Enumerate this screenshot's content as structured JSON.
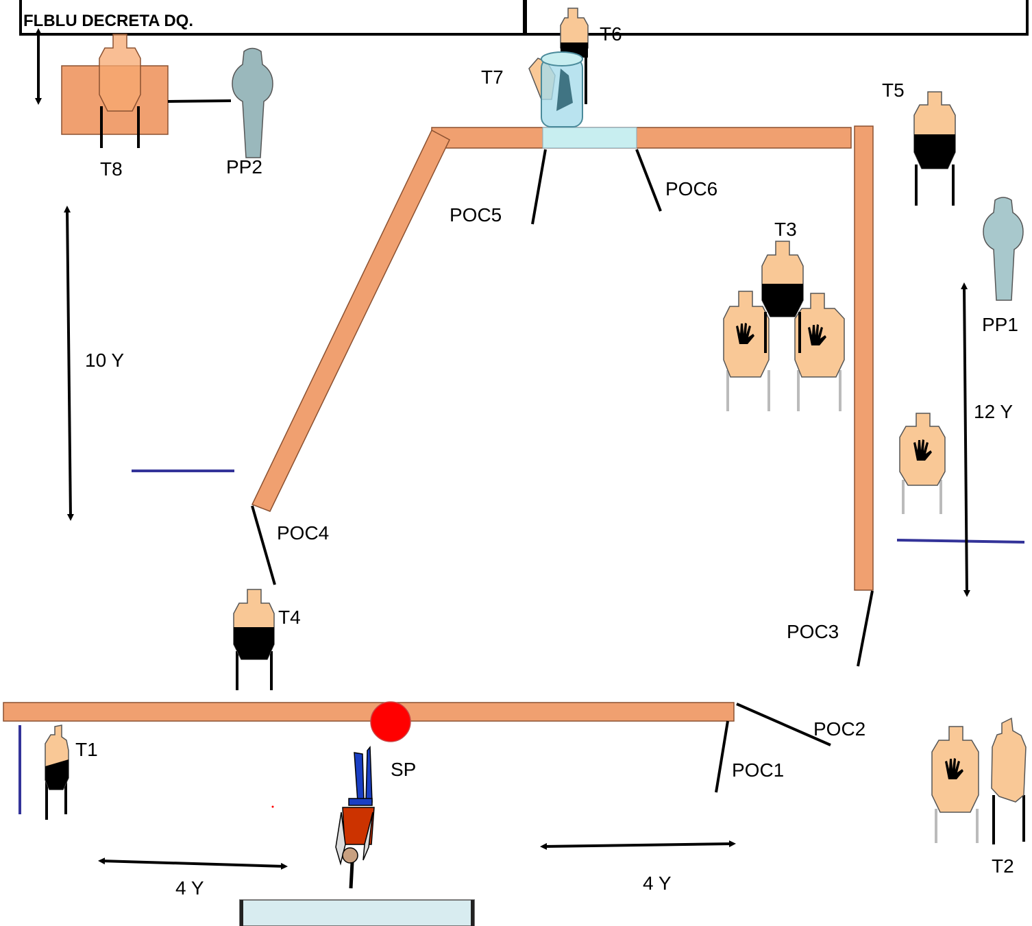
{
  "header": {
    "left_text": "FLBLU DECRETA DQ."
  },
  "colors": {
    "wall": "#f0a070",
    "wall_stroke": "#8a5030",
    "window": "#c8eef0",
    "target_skin": "#f9c896",
    "target_stroke": "#555555",
    "black_zone": "#000000",
    "leg_gray": "#bbbbbb",
    "no_shoot_body": "#f6c89a",
    "popper": "#7f9ea0",
    "popper_light": "#c8e4e8",
    "fault_line": "#333399",
    "start_point": "#ff0000",
    "box": "#d8ecf0",
    "shooter_pants": "#1a3fc4",
    "shooter_shirt": "#cc3300"
  },
  "targets": {
    "t1": "T1",
    "t2": "T2",
    "t3": "T3",
    "t4": "T4",
    "t5": "T5",
    "t6": "T6",
    "t7": "T7",
    "t8": "T8"
  },
  "poppers": {
    "pp1": "PP1",
    "pp2": "PP2"
  },
  "ports": {
    "poc1": "POC1",
    "poc2": "POC2",
    "poc3": "POC3",
    "poc4": "POC4",
    "poc5": "POC5",
    "poc6": "POC6"
  },
  "start_point": "SP",
  "distances": {
    "left_vertical": "10 Y",
    "right_vertical": "12 Y",
    "bottom_left": "4 Y",
    "bottom_right": "4 Y"
  }
}
